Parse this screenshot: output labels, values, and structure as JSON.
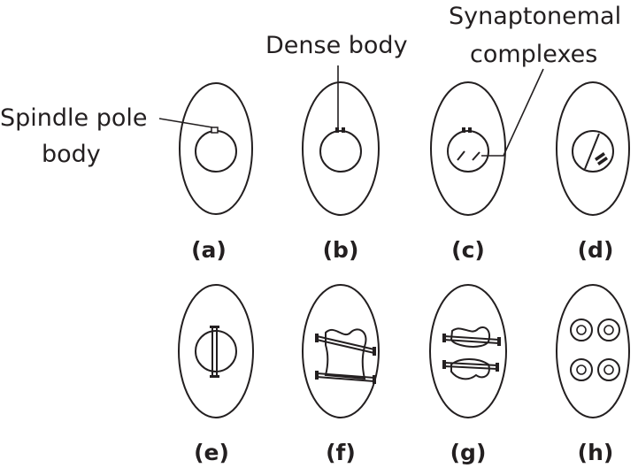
{
  "labels": {
    "spindle_pole_body_line1": "Spindle pole",
    "spindle_pole_body_line2": "body",
    "dense_body": "Dense body",
    "synaptonemal_line1": "Synaptonemal",
    "synaptonemal_line2": "complexes"
  },
  "panels": [
    "(a)",
    "(b)",
    "(c)",
    "(d)",
    "(e)",
    "(f)",
    "(g)",
    "(h)"
  ],
  "colors": {
    "ink": "#231f20",
    "background": "#ffffff"
  }
}
